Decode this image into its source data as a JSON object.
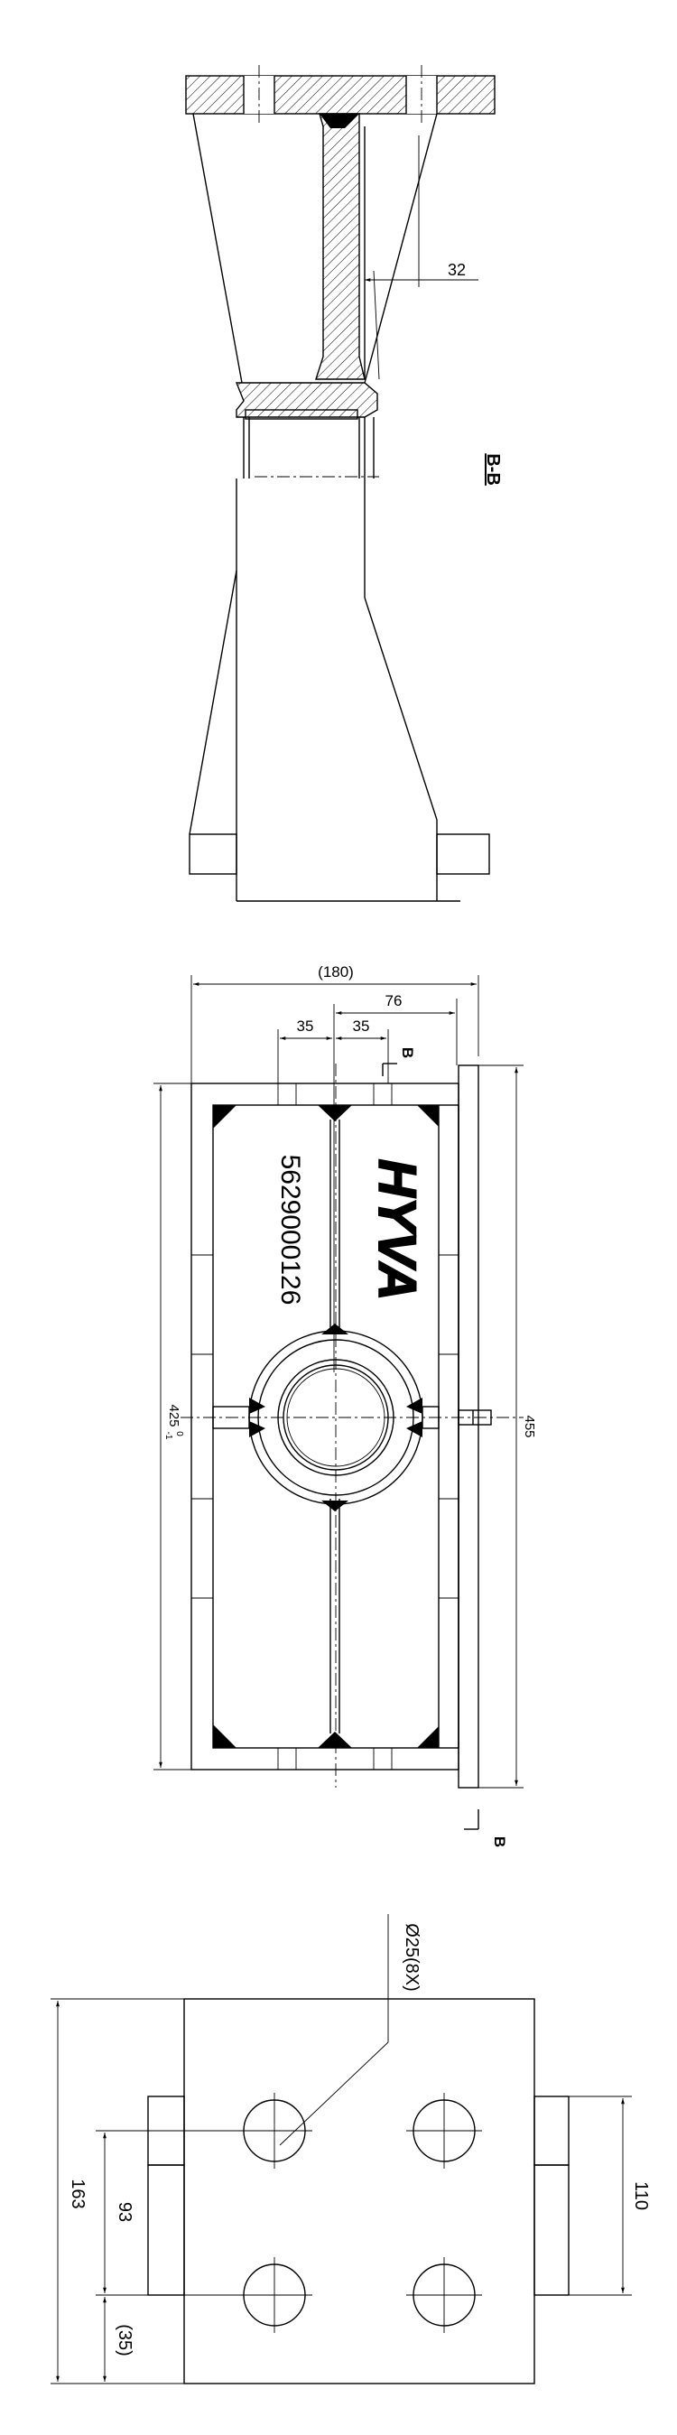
{
  "section_b": {
    "dim_32": "32",
    "section_label": "B-B"
  },
  "view_top": {
    "dim_180": "(180)",
    "dim_76": "76",
    "dim_35_left": "35",
    "dim_35_right": "35",
    "cut_label_top": "B",
    "cut_label_bottom": "B",
    "dim_455": "455",
    "dim_425": "425",
    "dim_425_tol_upper": "0",
    "dim_425_tol_lower": "-1",
    "logo_text": "HYVA",
    "part_number": "5629000126"
  },
  "view_flange": {
    "hole_note": "Ø25(8X)",
    "dim_163": "163",
    "dim_93": "93",
    "dim_35": "(35)",
    "dim_110": "110"
  }
}
